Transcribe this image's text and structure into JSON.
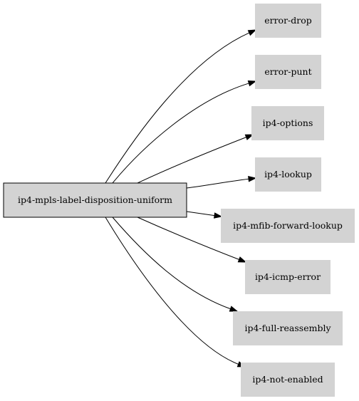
{
  "graph": {
    "source": {
      "id": "src",
      "label": "ip4-mpls-label-disposition-uniform"
    },
    "targets": [
      {
        "id": "t0",
        "label": "error-drop"
      },
      {
        "id": "t1",
        "label": "error-punt"
      },
      {
        "id": "t2",
        "label": "ip4-options"
      },
      {
        "id": "t3",
        "label": "ip4-lookup"
      },
      {
        "id": "t4",
        "label": "ip4-mfib-forward-lookup"
      },
      {
        "id": "t5",
        "label": "ip4-icmp-error"
      },
      {
        "id": "t6",
        "label": "ip4-full-reassembly"
      },
      {
        "id": "t7",
        "label": "ip4-not-enabled"
      }
    ],
    "edges": [
      {
        "from": "src",
        "to": "t0"
      },
      {
        "from": "src",
        "to": "t1"
      },
      {
        "from": "src",
        "to": "t2"
      },
      {
        "from": "src",
        "to": "t3"
      },
      {
        "from": "src",
        "to": "t4"
      },
      {
        "from": "src",
        "to": "t5"
      },
      {
        "from": "src",
        "to": "t6"
      },
      {
        "from": "src",
        "to": "t7"
      }
    ],
    "colors": {
      "node_fill": "#d3d3d3",
      "stroke": "#000000",
      "background": "#ffffff"
    }
  }
}
